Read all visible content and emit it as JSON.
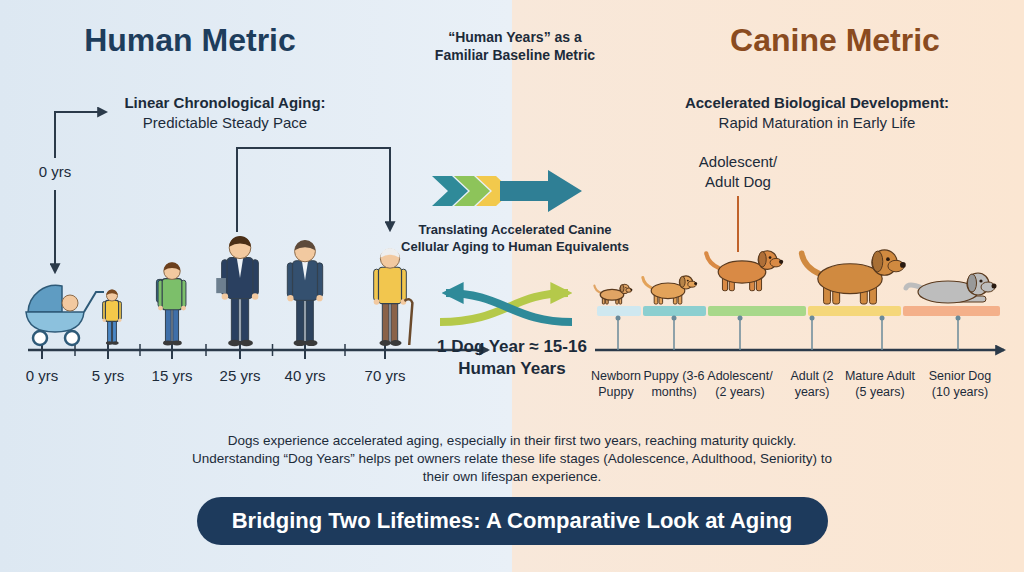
{
  "diagram": {
    "nodes": [
      {
        "text": [
          "Human Metric",
          "Linear Chronological Aging: Predictable Steady Pace"
        ]
      },
      {
        "text": [
          "Canine Metric",
          "Accelerated Biological Development: Rapid Maturation in Early Life"
        ]
      },
      {
        "text": [
          "Bridging Two Lifetimes: A Comparative Look at Aging"
        ]
      }
    ],
    "labels": [
      "0 yrs",
      "0 yrs",
      "5 yrs",
      "15 yrs",
      "25 yrs",
      "40 yrs",
      "70 yrs",
      "“Human Years” as a Familiar Baseline Metric",
      "Translating Accelerated Canine Cellular Aging to Human Equivalents",
      "1 Dog Year ≈ 15-16 Human Years",
      "Adolescent/ Adult Dog",
      "Newborn Puppy",
      "Puppy (3-6 months)",
      "Adolescent/ (2 years)",
      "Adult (2 years)",
      "Mature Adult (5 years)",
      "Senior Dog (10 years)"
    ],
    "caption": "Dogs experience accelerated aging, especially in their first two years, reaching maturity quickly. Understanding “Dog Years” helps pet owners relate these life stages (Adolescence, Adulthood, Seniority) to their own lifespan experience."
  }
}
